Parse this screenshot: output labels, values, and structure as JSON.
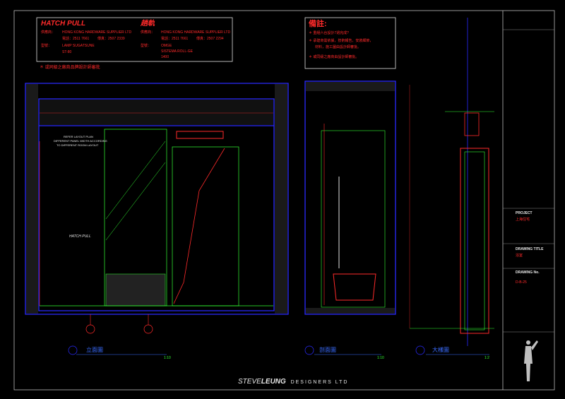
{
  "spec_box": {
    "left_title": "HATCH PULL",
    "left_supplier_label": "供應商：",
    "left_supplier": "HONG KONG HARDWARE SUPPLIER LTD",
    "left_phone": "電話：2511 7661",
    "left_fax": "傳真：2507 2339",
    "left_model_label": "型號：",
    "left_model_1": "LAMP SUGATSUNE",
    "left_model_2": "ST-80",
    "right_title": "趟軌",
    "right_supplier_label": "供應商：",
    "right_supplier": "HONG KONG HARDWARE SUPPLIER LTD",
    "right_phone": "電話：2511 7661",
    "right_fax": "傳真：2507 2294",
    "right_model_label": "型號：",
    "right_model_1": "OMGE",
    "right_model_2": "SISTEMA ROLL-GE",
    "right_model_3": "1400"
  },
  "left_note": "＊ 或同級之廠商品牌設計師審批",
  "notes_box": {
    "title": "備註:",
    "line_1": "＊ 重組六台設計7週完成?",
    "line_2": "＊ 承建商需依據，技術報告，安裝細節，",
    "line_3": "材料，施工圖由設計師審批。",
    "line_4": "＊ 或同級之廠商由設計師審批。"
  },
  "annotations": {
    "hatch_pull": "HATCH PULL",
    "refer_note_1": "REFER LAYOUT PLAN",
    "refer_note_2": "DIFFERENT PANEL WIDTH ACCORDING",
    "refer_note_3": "TO DIFFERENT ROOM LAYOUT"
  },
  "views": {
    "elevation_label": "立面圖",
    "elevation_scale": "1:10",
    "section_label": "剖面圖",
    "section_scale": "1:10",
    "detail_label": "大樣圖",
    "detail_scale": "1:2"
  },
  "title_block": {
    "project_head": "PROJECT",
    "project_name": "上海住宅",
    "drawing_title_head": "DRAWING TITLE",
    "drawing_title": "浴室",
    "drawing_no_head": "DRAWING No.",
    "drawing_no": "D-B-25"
  },
  "brand": {
    "name_a": "STEVE",
    "name_b": "LEUNG",
    "suffix": "DESIGNERS LTD"
  },
  "colors": {
    "background": "#000000",
    "wall": "#1a1aff",
    "text_red": "#ff2a2a",
    "line_green": "#33ff33",
    "label_blue": "#3a6cff"
  }
}
